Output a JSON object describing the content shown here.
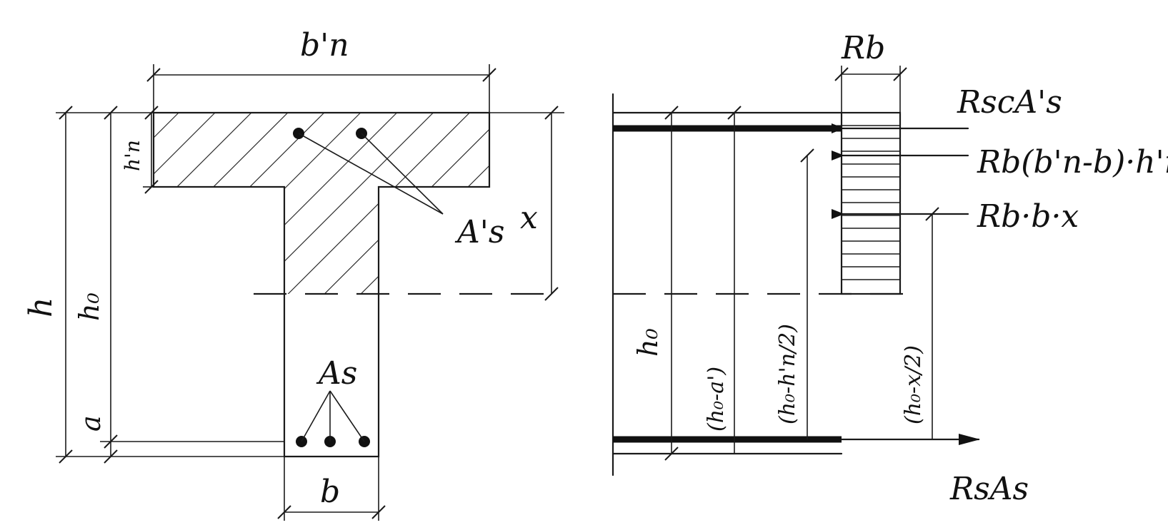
{
  "left_section": {
    "labels": {
      "flange_width": "b'п",
      "flange_height": "h'п",
      "total_height": "h",
      "effective_depth": "h₀",
      "cover": "a",
      "web_width": "b",
      "top_reinforcement": "A's",
      "bottom_reinforcement": "As",
      "compression_zone": "x"
    }
  },
  "right_diagram": {
    "labels": {
      "concrete_strength": "Rb",
      "effective_depth": "h₀",
      "arm_top_steel": "(h₀-a')",
      "arm_flange": "(h₀-h'п/2)",
      "arm_web": "(h₀-x/2)"
    },
    "forces": {
      "top_steel": "RscA's",
      "flange": "Rb(b'п-b)·h'п",
      "web": "Rb·b·x",
      "bottom_steel": "RsAs"
    }
  }
}
